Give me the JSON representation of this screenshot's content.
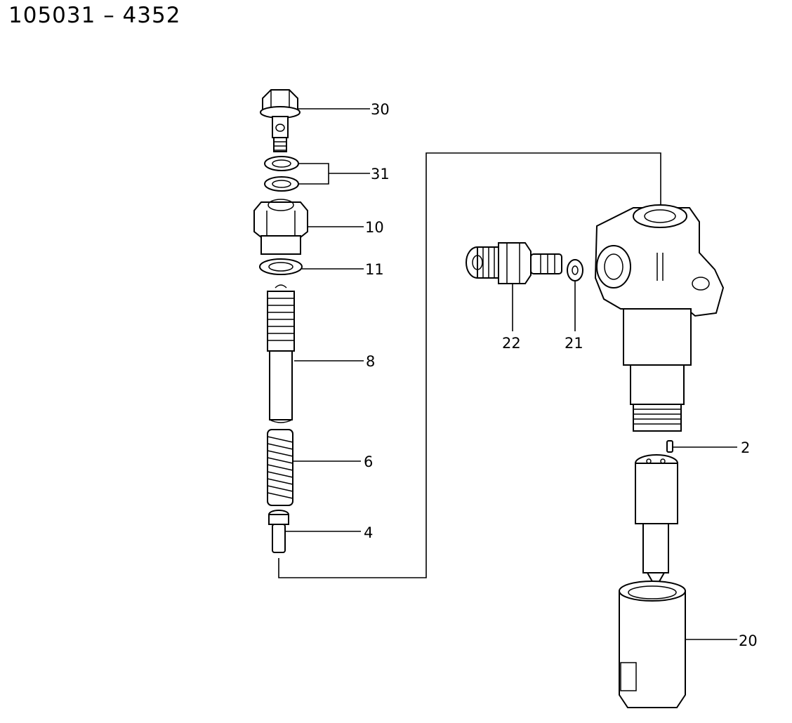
{
  "document": {
    "title": "105031 – 4352"
  },
  "callouts": {
    "c30": "30",
    "c31": "31",
    "c10": "10",
    "c11": "11",
    "c8": "8",
    "c6": "6",
    "c4": "4",
    "c22": "22",
    "c21": "21",
    "c2": "2",
    "c20": "20"
  }
}
